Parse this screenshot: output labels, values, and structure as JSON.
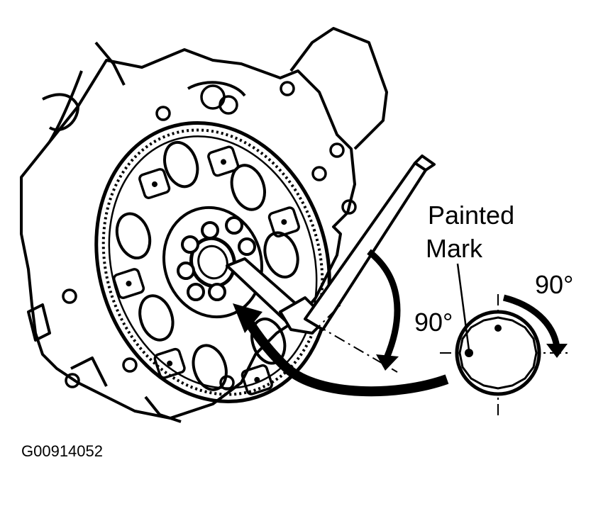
{
  "labels": {
    "painted": "Painted",
    "mark": "Mark",
    "angle_left": "90°",
    "angle_right": "90°",
    "figure_id": "G00914052"
  },
  "colors": {
    "ink": "#000000",
    "paper": "#ffffff"
  }
}
